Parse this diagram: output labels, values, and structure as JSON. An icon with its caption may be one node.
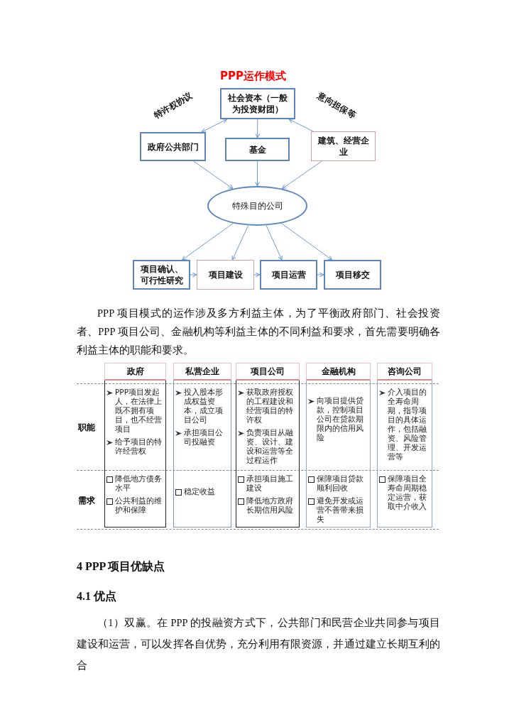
{
  "diagram": {
    "title": "PPP运作模式",
    "nodes": [
      {
        "text": [
          "社会资本（一般为投资财团）"
        ]
      },
      {
        "text": [
          "政府公共部门"
        ]
      },
      {
        "text": [
          "基金"
        ]
      },
      {
        "text": [
          "建筑、经营企业"
        ]
      },
      {
        "text": [
          "特殊目的公司"
        ]
      },
      {
        "text": [
          "项目确认、可行性研究"
        ]
      },
      {
        "text": [
          "项目建设"
        ]
      },
      {
        "text": [
          "项目运营"
        ]
      },
      {
        "text": [
          "项目移交"
        ]
      }
    ],
    "edges": [
      {
        "from": 1,
        "to": 0,
        "arrow": "both",
        "label": "特许权协议"
      },
      {
        "from": 3,
        "to": 0,
        "arrow": "to",
        "label": "意向担保等"
      },
      {
        "from": 0,
        "to": 2,
        "arrow": "to"
      },
      {
        "from": 1,
        "to": 4,
        "arrow": "to"
      },
      {
        "from": 2,
        "to": 4,
        "arrow": "to"
      },
      {
        "from": 3,
        "to": 4,
        "arrow": "to"
      },
      {
        "from": 4,
        "to": 5,
        "arrow": "to"
      },
      {
        "from": 4,
        "to": 6,
        "arrow": "to"
      },
      {
        "from": 4,
        "to": 7,
        "arrow": "to"
      },
      {
        "from": 4,
        "to": 8,
        "arrow": "to"
      },
      {
        "from": 5,
        "to": 6,
        "arrow": "to"
      },
      {
        "from": 6,
        "to": 7,
        "arrow": "to"
      },
      {
        "from": 7,
        "to": 8,
        "arrow": "to"
      }
    ],
    "labels": [
      "PPP 项目模式的运作涉及多方利益主体，为了平衡政府部门、社会投资者、PPP 项目公司、金融机构等利益主体的不同利益和要求，首先需要明确各利益主体的职能和要求。",
      "政府",
      "私营企业",
      "项目公司",
      "金融机构",
      "咨询公司",
      "职能",
      "PPP项目发起人，在法律上既不拥有项目，也不经营项目",
      "给予项目的特许经营权",
      "投入股本形成权益资本，成立项目公司",
      "承担项目公司投融资",
      "获取政府授权的工程建设和经营项目的特许权",
      "负责项目从融资、设计、建设和运营等全过程运作",
      "向项目提供贷款，控制项目公司在贷款期限内的信用风险",
      "介入项目的全寿命周期，指导项目的具体运作，包括融资、风险管理、开发运营等",
      "需求",
      "降低地方债务水平",
      "公共利益的维护和保障",
      "稳定收益",
      "承担项目施工建设",
      "降低地方政府长期信用风险",
      "保障项目贷款顺利回收",
      "避免开发或运营不善带来损失",
      "保障项目全寿命周期稳定运营，获取中介收入",
      "4 PPP 项目优缺点",
      "4.1 优点",
      "（1）双赢。在 PPP 的投融资方式下，公共部门和民营企业共同参与项目建设和运营，可以发挥各自优势，充分利用有限资源，并通过建立长期互利的合"
    ]
  }
}
